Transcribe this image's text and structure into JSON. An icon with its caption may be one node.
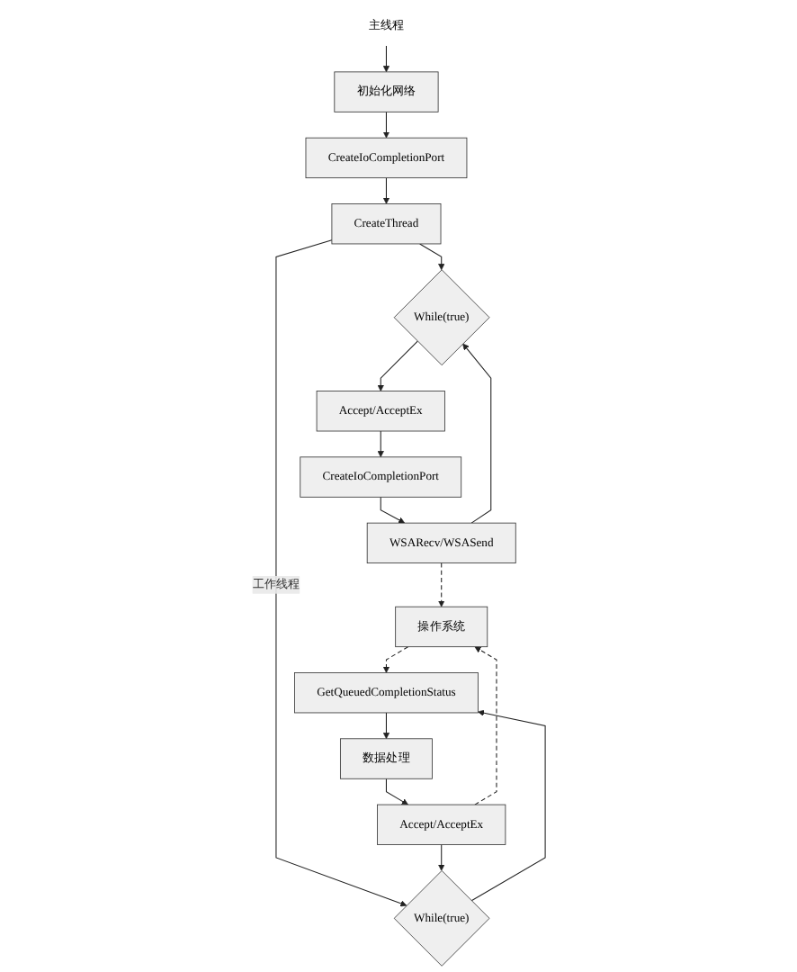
{
  "diagram": {
    "nodes": [
      {
        "text": [
          "主线程"
        ]
      },
      {
        "text": [
          "初始化网络"
        ]
      },
      {
        "text": [
          "CreateIoCompletionPort"
        ]
      },
      {
        "text": [
          "CreateThread"
        ]
      },
      {
        "text": [
          "While(true)"
        ]
      },
      {
        "text": [
          "Accept/AcceptEx"
        ]
      },
      {
        "text": [
          "CreateIoCompletionPort"
        ]
      },
      {
        "text": [
          "WSARecv/WSASend"
        ]
      },
      {
        "text": [
          "While(true)"
        ]
      },
      {
        "text": [
          "GetQueuedCompletionStatus"
        ]
      },
      {
        "text": [
          "数据处理"
        ]
      },
      {
        "text": [
          "Accept/AcceptEx"
        ]
      },
      {
        "text": [
          "操作系统"
        ]
      }
    ],
    "edges": [
      {
        "from": 0,
        "to": 1,
        "arrow": "to"
      },
      {
        "from": 1,
        "to": 2,
        "arrow": "to"
      },
      {
        "from": 2,
        "to": 3,
        "arrow": "to"
      },
      {
        "from": 3,
        "to": 4,
        "arrow": "to"
      },
      {
        "from": 3,
        "to": 8,
        "arrow": "to",
        "label": "工作线程"
      },
      {
        "from": 4,
        "to": 5,
        "arrow": "to"
      },
      {
        "from": 5,
        "to": 6,
        "arrow": "to"
      },
      {
        "from": 6,
        "to": 7,
        "arrow": "to"
      },
      {
        "from": 7,
        "to": 4,
        "arrow": "to"
      },
      {
        "from": 8,
        "to": 9,
        "arrow": "to"
      },
      {
        "from": 9,
        "to": 10,
        "arrow": "to"
      },
      {
        "from": 10,
        "to": 11,
        "arrow": "to"
      },
      {
        "from": 11,
        "to": 8,
        "arrow": "to"
      },
      {
        "from": 7,
        "to": 12,
        "arrow": "to",
        "style": "dashed"
      },
      {
        "from": 11,
        "to": 12,
        "arrow": "to",
        "style": "dashed"
      },
      {
        "from": 12,
        "to": 9,
        "arrow": "to",
        "style": "dashed"
      }
    ]
  }
}
